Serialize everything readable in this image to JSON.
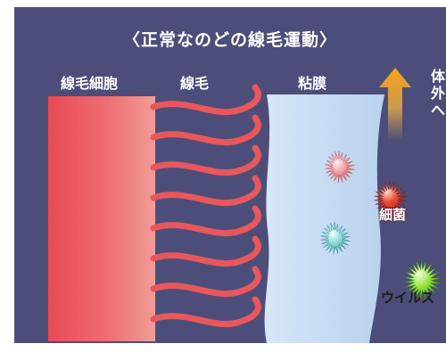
{
  "title": "〈正常なのどの線毛運動〉",
  "labels": {
    "cell": "線毛細胞",
    "cilia": "線毛",
    "mucus": "粘膜"
  },
  "direction_label": "体外へ",
  "germs": {
    "bacteria": "細菌",
    "virus": "ウイルス"
  },
  "colors": {
    "background": "#4c4e79",
    "cell": "#e84a54",
    "cilia": "#e8575c",
    "mucus": "#c6dcf2",
    "bacteria": "#c8241e",
    "virus": "#5ec41c",
    "arrow": "#f2a51d"
  },
  "icons": {
    "arrow": "up-arrow-icon",
    "pink_particle": "spiky-particle-icon",
    "teal_particle": "spiky-particle-icon",
    "bacteria": "spiky-particle-icon",
    "virus": "spiky-particle-icon"
  }
}
